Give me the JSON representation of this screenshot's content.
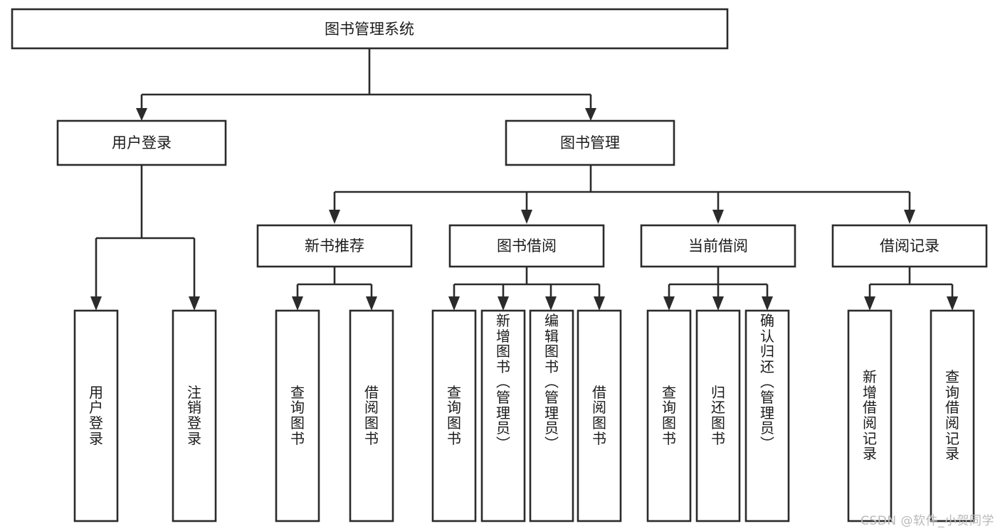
{
  "diagram": {
    "title": "图书管理系统",
    "type": "tree-hierarchy-chart",
    "root": {
      "id": "root",
      "label": "图书管理系统"
    },
    "level2": [
      {
        "id": "user-login",
        "label": "用户登录"
      },
      {
        "id": "book-manage",
        "label": "图书管理"
      }
    ],
    "level3": [
      {
        "id": "new-book-recommend",
        "label": "新书推荐",
        "parent": "book-manage"
      },
      {
        "id": "book-borrow",
        "label": "图书借阅",
        "parent": "book-manage"
      },
      {
        "id": "current-borrow",
        "label": "当前借阅",
        "parent": "book-manage"
      },
      {
        "id": "borrow-record",
        "label": "借阅记录",
        "parent": "book-manage"
      }
    ],
    "leaves": [
      {
        "id": "leaf-user-login",
        "label": "用户登录",
        "parent": "user-login"
      },
      {
        "id": "leaf-logout-login",
        "label": "注销登录",
        "parent": "user-login"
      },
      {
        "id": "leaf-query-book-1",
        "label": "查询图书",
        "parent": "new-book-recommend"
      },
      {
        "id": "leaf-borrow-book-1",
        "label": "借阅图书",
        "parent": "new-book-recommend"
      },
      {
        "id": "leaf-query-book-2",
        "label": "查询图书",
        "parent": "book-borrow"
      },
      {
        "id": "leaf-add-book",
        "label": "新增图书（管理员）",
        "parent": "book-borrow"
      },
      {
        "id": "leaf-edit-book",
        "label": "编辑图书（管理员）",
        "parent": "book-borrow"
      },
      {
        "id": "leaf-borrow-book-2",
        "label": "借阅图书",
        "parent": "book-borrow"
      },
      {
        "id": "leaf-query-book-3",
        "label": "查询图书",
        "parent": "current-borrow"
      },
      {
        "id": "leaf-return-book",
        "label": "归还图书",
        "parent": "current-borrow"
      },
      {
        "id": "leaf-confirm-return",
        "label": "确认归还（管理员）",
        "parent": "current-borrow"
      },
      {
        "id": "leaf-add-record",
        "label": "新增借阅记录",
        "parent": "borrow-record"
      },
      {
        "id": "leaf-query-record",
        "label": "查询借阅记录",
        "parent": "borrow-record"
      }
    ]
  },
  "watermark": {
    "text": "CSDN @软件_小贺同学"
  },
  "colors": {
    "stroke": "#2b2b2b",
    "node_fill": "#ffffff",
    "text": "#1b1b1b",
    "background": "#ffffff",
    "watermark": "#b9b9b9"
  }
}
